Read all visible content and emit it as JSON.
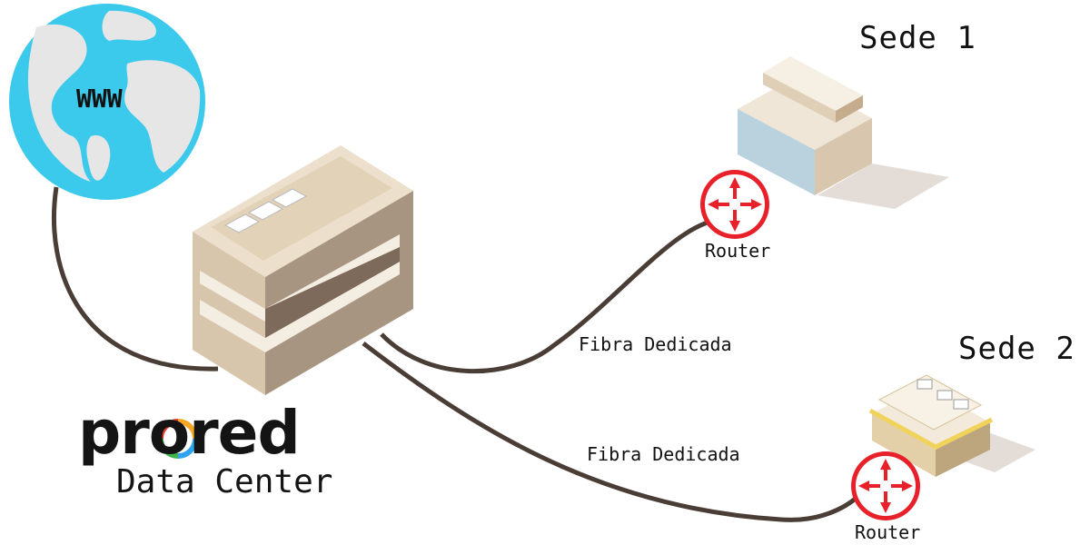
{
  "globe": {
    "label": "WWW"
  },
  "brand": {
    "name": "prored",
    "subtitle": "Data Center",
    "ring_colors": [
      "#e63b2e",
      "#f5a623",
      "#2ea3f2",
      "#3cb54a"
    ]
  },
  "sites": [
    {
      "title": "Sede 1",
      "router_label": "Router"
    },
    {
      "title": "Sede 2",
      "router_label": "Router"
    }
  ],
  "links": [
    {
      "label": "Fibra Dedicada"
    },
    {
      "label": "Fibra Dedicada"
    }
  ],
  "colors": {
    "cable": "#4a3d36",
    "router": "#e8202a",
    "ocean": "#3bc9ec",
    "land": "#e6e6e6"
  }
}
